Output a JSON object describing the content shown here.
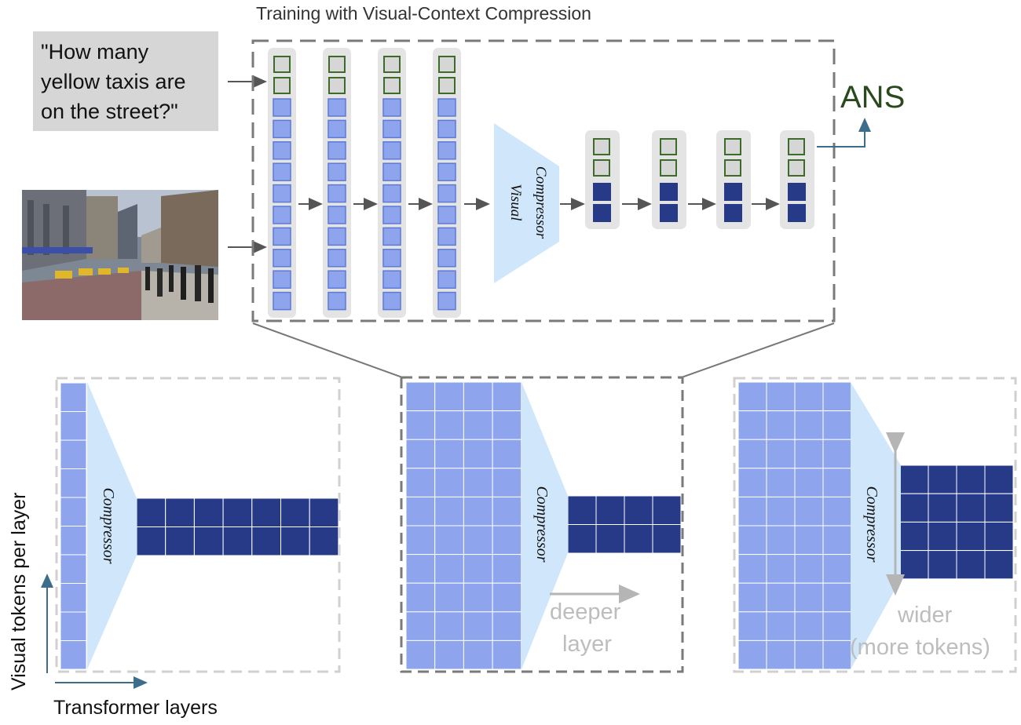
{
  "title": "Training with Visual-Context Compression",
  "question_lines": [
    "\"How many",
    "yellow taxis are",
    "on the street?\""
  ],
  "answer_label": "ANS",
  "visual_compressor_lines": [
    "Visual",
    "Compressor"
  ],
  "compressor_label": "Compressor",
  "axis_y_label": "Visual tokens per layer",
  "axis_x_label": "Transformer layers",
  "deeper_lines": [
    "deeper",
    "layer"
  ],
  "wider_lines": [
    "wider",
    "(more tokens)"
  ],
  "image_description": "city street photo",
  "colors": {
    "visual_token": "#8ea4ec",
    "visual_token_border": "#5b7ad9",
    "compressed_token": "#263a87",
    "text_token_fill": "#d6d6d6",
    "text_token_border": "#3d6b2a",
    "compressor_fill": "#cfe6fb",
    "column_bg": "#e4e4e4",
    "ans_color": "#2a4a1e",
    "arrow_blue": "#3c6e8c",
    "dashed_dark": "#7a7a7a",
    "dashed_light": "#d0d0d0",
    "faded_text": "#bdbdbd"
  },
  "counts": {
    "top_visual_tokens_per_column": 10,
    "top_text_tokens": 2,
    "top_compressed_tokens": 2,
    "top_full_columns": 4,
    "top_compressed_columns": 4
  }
}
